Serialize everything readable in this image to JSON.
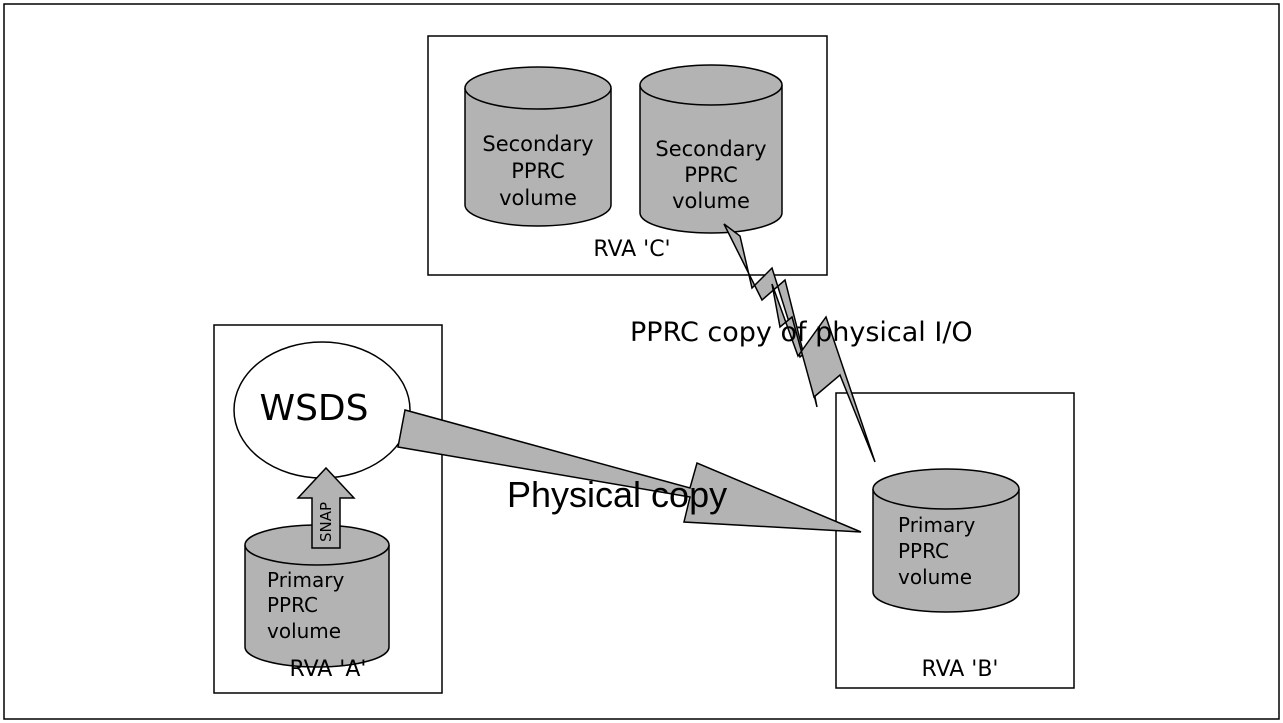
{
  "diagram": {
    "rva_c": {
      "label": "RVA 'C'",
      "volume_left": {
        "line1": "Secondary",
        "line2": "PPRC",
        "line3": "volume"
      },
      "volume_right": {
        "line1": "Secondary",
        "line2": "PPRC",
        "line3": "volume"
      }
    },
    "rva_a": {
      "label": "RVA 'A'",
      "wsds": "WSDS",
      "snap": "SNAP",
      "volume": {
        "line1": "Primary",
        "line2": "PPRC",
        "line3": "volume"
      }
    },
    "rva_b": {
      "label": "RVA 'B'",
      "volume": {
        "line1": "Primary",
        "line2": "PPRC",
        "line3": "volume"
      }
    },
    "pprc_link_label": "PPRC copy of physical I/O",
    "physical_copy_label": "Physical copy",
    "colors": {
      "cylinder": "#b3b3b3",
      "arrow": "#b3b3b3",
      "stroke": "#000000",
      "background": "#ffffff"
    }
  }
}
